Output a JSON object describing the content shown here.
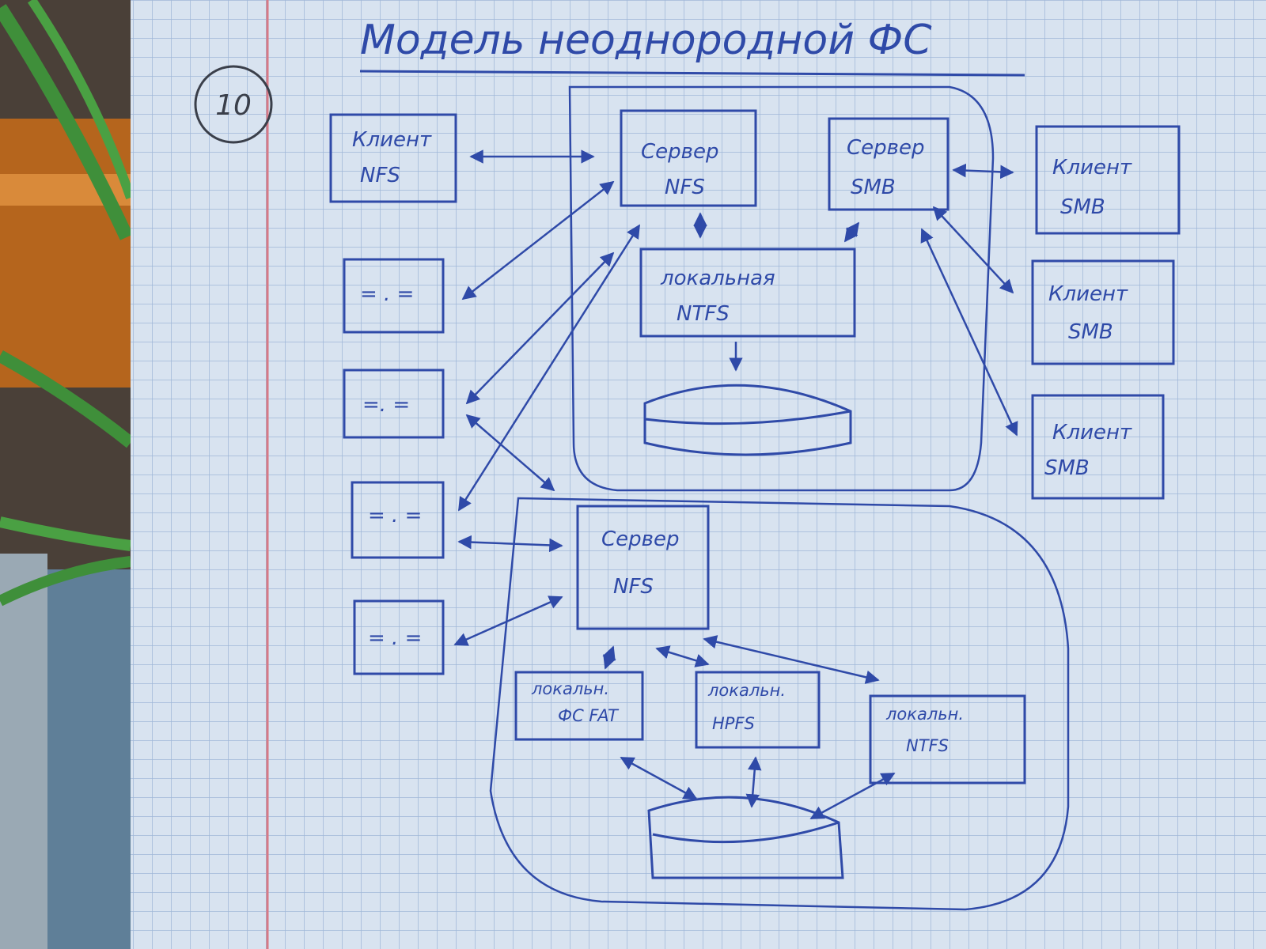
{
  "title": "Модель неоднородной ФС",
  "page_number": "10",
  "colors": {
    "ink": "#2f4aa8",
    "paper": "#d8e3f0",
    "grid": "#9fb8d8",
    "margin": "#d77a86"
  },
  "server_nfs_top": {
    "line1": "Сервер",
    "line2": "NFS"
  },
  "server_smb": {
    "line1": "Сервер",
    "line2": "SMB"
  },
  "server_nfs_bottom": {
    "line1": "Сервер",
    "line2": "NFS"
  },
  "client_nfs": {
    "line1": "Клиент",
    "line2": "NFS"
  },
  "clients_smb": [
    {
      "line1": "Клиент",
      "line2": "SMB"
    },
    {
      "line1": "Клиент",
      "line2": "SMB"
    },
    {
      "line1": "Клиент",
      "line2": "SMB"
    }
  ],
  "ditto_boxes": [
    "= . =",
    "=. =",
    "= . =",
    "= . ="
  ],
  "local_top": {
    "line1": "локальная",
    "line2": "NTFS"
  },
  "local_fat": {
    "line1": "локальн.",
    "line2": "ФС FAT"
  },
  "local_hpfs": {
    "line1": "локальн.",
    "line2": "HPFS"
  },
  "local_ntfs": {
    "line1": "локальн.",
    "line2": "NTFS"
  }
}
